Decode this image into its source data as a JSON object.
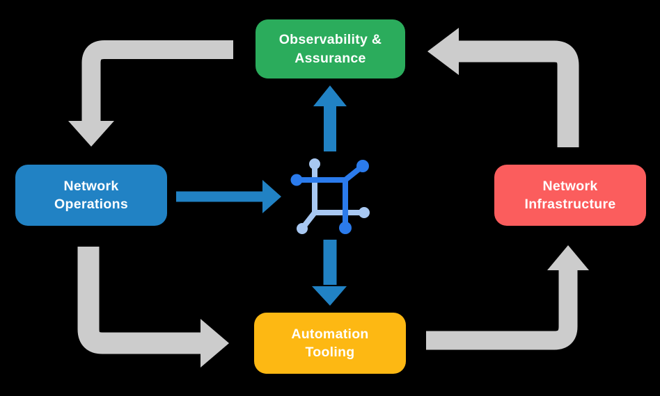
{
  "diagram": {
    "background": "#000000",
    "text_color": "#FFFFFF",
    "nodes": [
      {
        "id": "observability-assurance",
        "line1": "Observability &",
        "line2": "Assurance",
        "color": "#2BAC5C"
      },
      {
        "id": "network-operations",
        "line1": "Network",
        "line2": "Operations",
        "color": "#2182C4"
      },
      {
        "id": "network-infrastructure",
        "line1": "Network",
        "line2": "Infrastructure",
        "color": "#FB5D5D"
      },
      {
        "id": "automation-tooling",
        "line1": "Automation",
        "line2": "Tooling",
        "color": "#FDB813"
      }
    ],
    "arrow_colors": {
      "gray": "#CCCCCC",
      "blue": "#2182C4"
    },
    "flows": [
      {
        "from": "Observability & Assurance",
        "to": "Network Operations",
        "style": "gray"
      },
      {
        "from": "Network Operations",
        "to": "Automation Tooling",
        "style": "gray"
      },
      {
        "from": "Automation Tooling",
        "to": "Network Infrastructure",
        "style": "gray"
      },
      {
        "from": "Network Infrastructure",
        "to": "Observability & Assurance",
        "style": "gray"
      },
      {
        "from": "Network Operations",
        "to": "center-icon",
        "style": "blue"
      },
      {
        "from": "center-icon",
        "to": "Observability & Assurance",
        "style": "blue"
      },
      {
        "from": "center-icon",
        "to": "Automation Tooling",
        "style": "blue"
      }
    ],
    "center_icon": {
      "name": "network-fabric-icon",
      "primary": "#2B7BEC",
      "secondary": "#A8C8F2"
    }
  }
}
